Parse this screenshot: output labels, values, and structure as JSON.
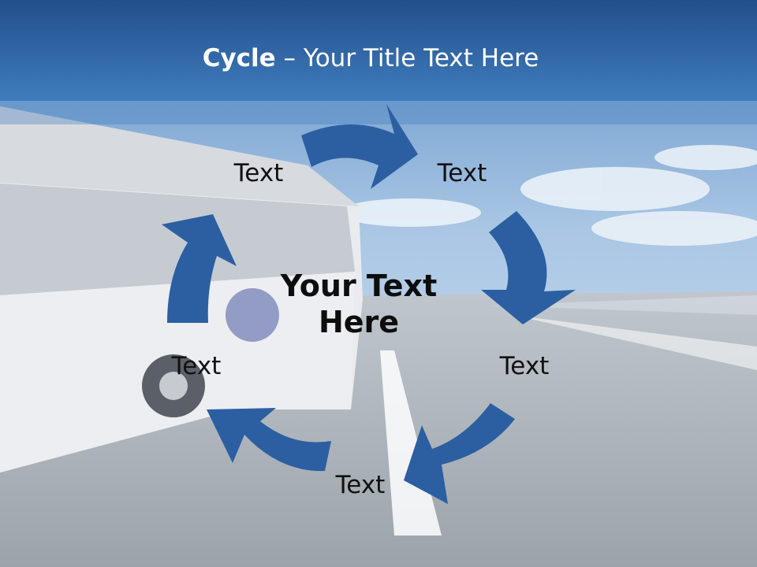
{
  "slide": {
    "title_bold": "Cycle",
    "title_rest": " – Your Title Text Here",
    "center_text": "Your Text Here"
  },
  "cycle": {
    "nodes": [
      {
        "label": "Text"
      },
      {
        "label": "Text"
      },
      {
        "label": "Text"
      },
      {
        "label": "Text"
      },
      {
        "label": "Text"
      }
    ],
    "arrow_color": "#2b5fa1"
  },
  "colors": {
    "header_top": "#1f4f8f",
    "header_bottom": "#3b77b8",
    "sky": "#b9d2ea",
    "road": "#a8adb3"
  }
}
